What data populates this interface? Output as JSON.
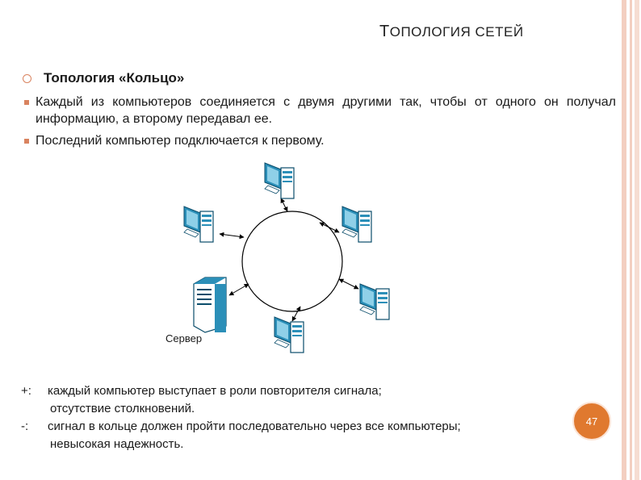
{
  "slide": {
    "title_big": "Т",
    "title_rest": "ОПОЛОГИЯ СЕТЕЙ",
    "heading": "Топология «Кольцо»",
    "bullets": [
      "Каждый из компьютеров соединяется с двумя другими так, чтобы от одного он получал информацию, а второму передавал ее.",
      "Последний компьютер подключается к первому."
    ],
    "diagram_caption": "Сервер",
    "pros_symbol": "+:",
    "pros": [
      "каждый компьютер выступает в роли повторителя сигнала;",
      "отсутствие столкновений."
    ],
    "cons_symbol": "-:",
    "cons": [
      "сигнал в кольце должен пройти последовательно через все компьютеры;",
      "невысокая надежность."
    ],
    "page_number": "47"
  },
  "colors": {
    "accent": "#e0792f",
    "bullet": "#d9835f",
    "border": "#f3cfc0",
    "computer": "#2b8fb8"
  },
  "icons": [
    "computer-icon",
    "server-icon"
  ]
}
